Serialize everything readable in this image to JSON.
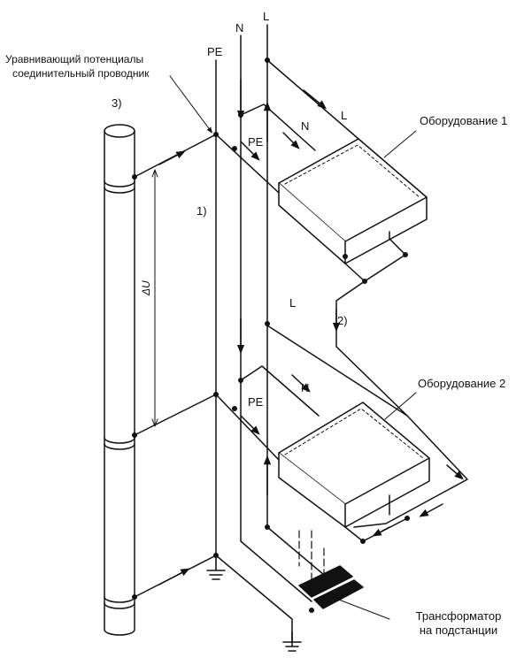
{
  "labels": {
    "potential_conductor_1": "Уравнивающий потенциалы",
    "potential_conductor_2": "соединительный проводник",
    "note_3": "3)",
    "note_1": "1)",
    "note_2": "2)",
    "pe_top": "PE",
    "n_top": "N",
    "l_top": "L",
    "l_eq1": "L",
    "n_eq1": "N",
    "pe_eq1": "PE",
    "l_mid": "L",
    "n_eq2": "N",
    "pe_eq2": "PE",
    "delta_u": "ΔU",
    "equipment_1": "Оборудование 1",
    "equipment_2": "Оборудование 2",
    "transformer_1": "Трансформатор",
    "transformer_2": "на подстанции"
  }
}
